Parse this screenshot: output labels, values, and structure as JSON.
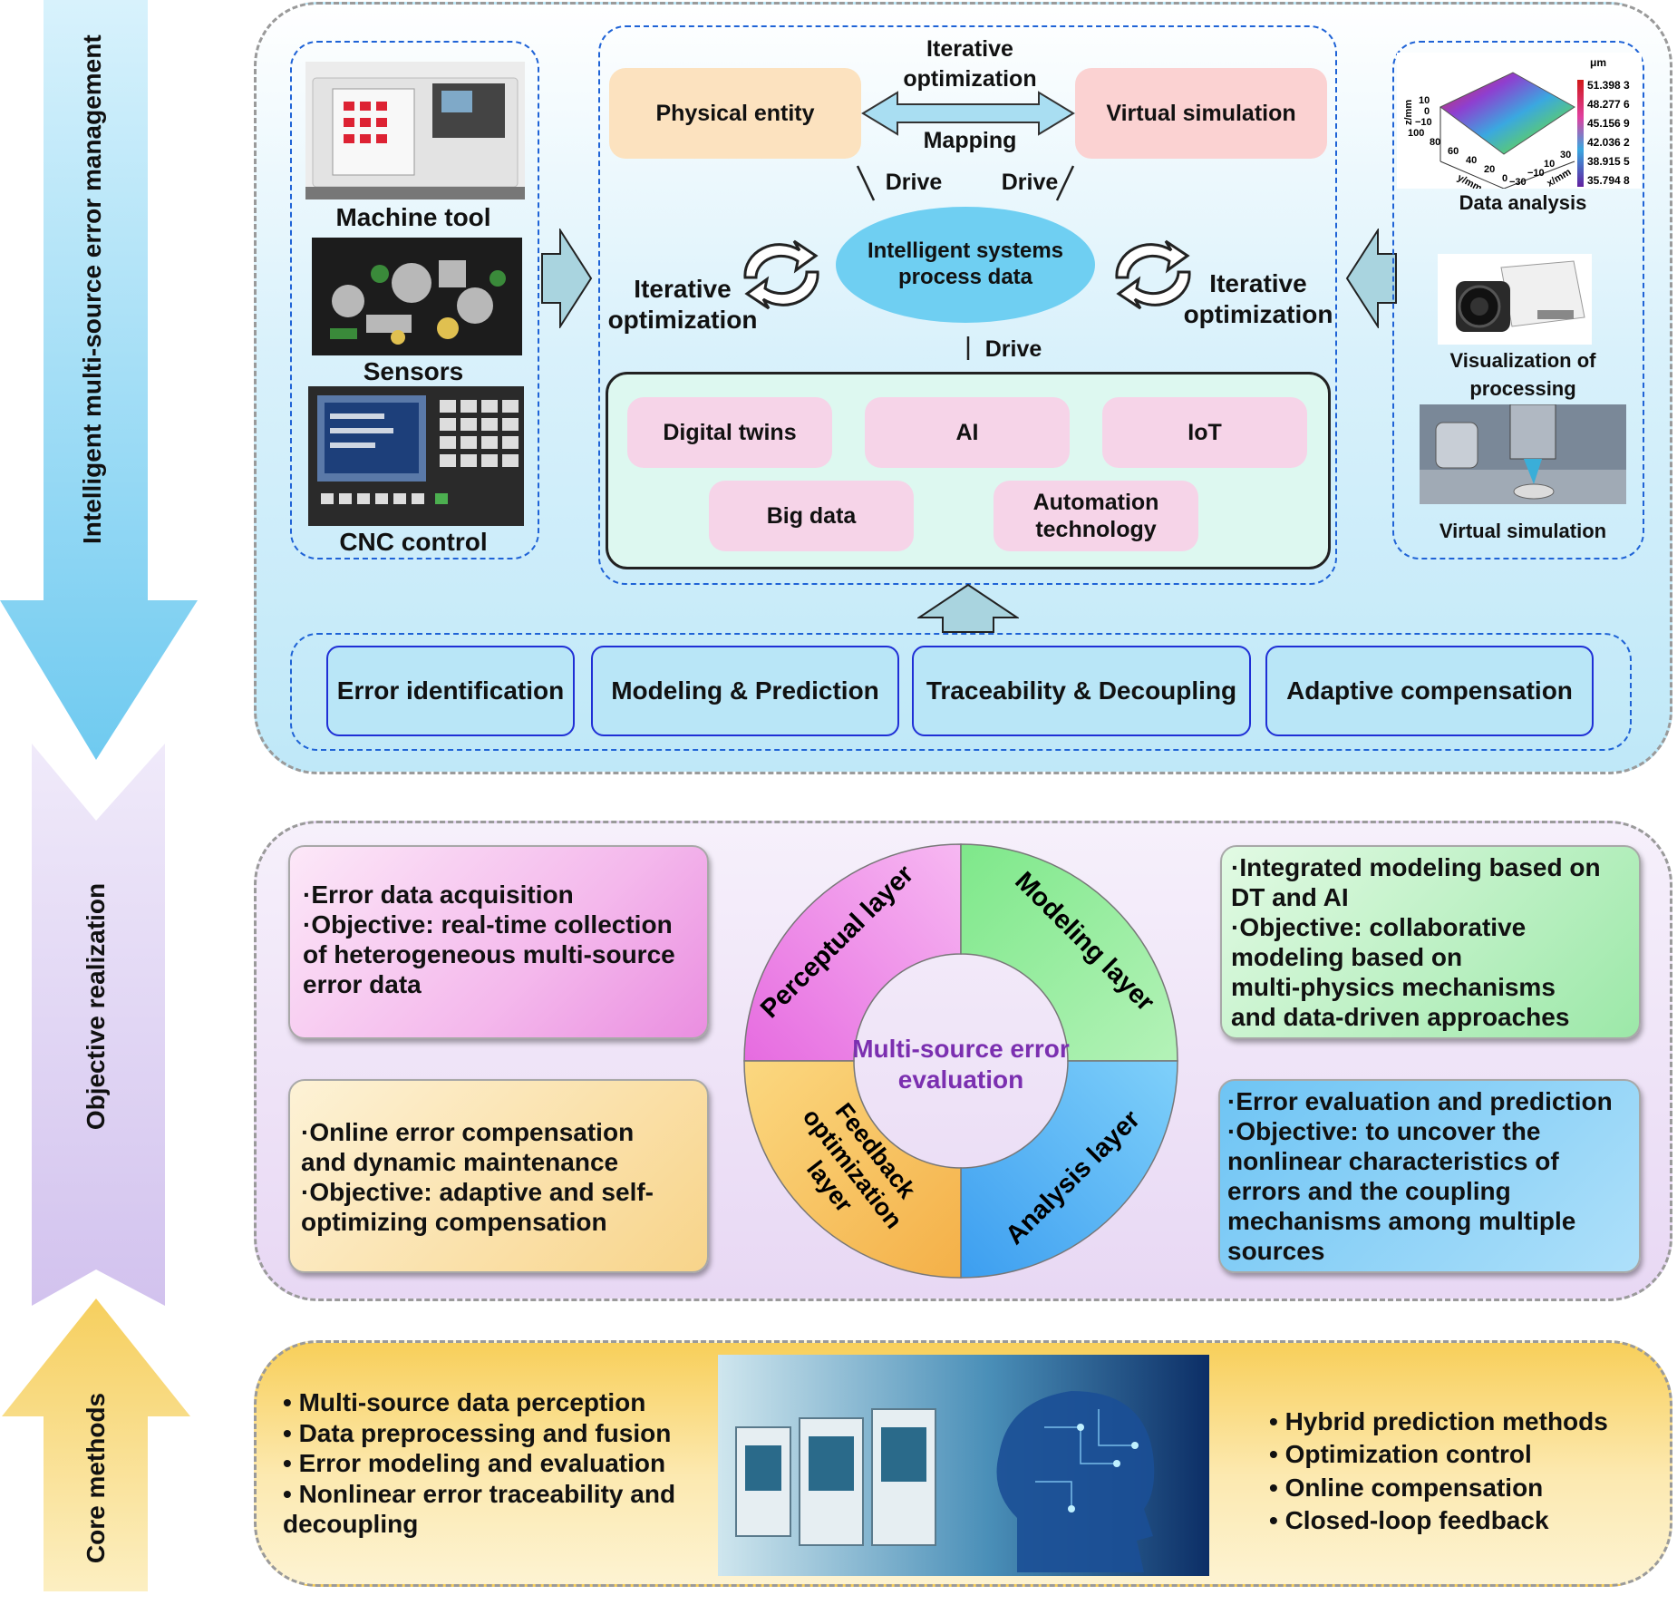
{
  "side_arrows": {
    "top": "Intelligent multi-source error management",
    "middle": "Objective realization",
    "bottom": "Core methods"
  },
  "top_panel": {
    "left_column": {
      "items": [
        "Machine tool",
        "Sensors",
        "CNC control"
      ]
    },
    "center": {
      "physical_entity": "Physical entity",
      "virtual_simulation": "Virtual simulation",
      "iterative_optimization_top": "Iterative optimization",
      "mapping": "Mapping",
      "drive_left": "Drive",
      "drive_right": "Drive",
      "drive_bottom": "Drive",
      "core_ellipse": "Intelligent systems process data",
      "iter_left": "Iterative optimization",
      "iter_right": "Iterative optimization",
      "technologies": [
        "Digital twins",
        "AI",
        "IoT",
        "Big data",
        "Automation technology"
      ]
    },
    "right_column": {
      "plot": {
        "unit": "μm",
        "colorbar_ticks": [
          "51.398 3",
          "48.277 6",
          "45.156 9",
          "42.036 2",
          "38.915 5",
          "35.794 8"
        ],
        "z_axis_label": "z/mm",
        "z_ticks": [
          "10",
          "0",
          "−10"
        ],
        "y_axis_label": "y/mm",
        "y_ticks": [
          "100",
          "80",
          "60",
          "40",
          "20",
          "0"
        ],
        "x_axis_label": "x/mm",
        "x_ticks": [
          "−30",
          "−10",
          "10",
          "30"
        ]
      },
      "items": [
        "Data analysis",
        "Visualization of processing",
        "Virtual simulation"
      ]
    },
    "modules": [
      "Error identification",
      "Modeling & Prediction",
      "Traceability & Decoupling",
      "Adaptive compensation"
    ]
  },
  "middle_panel": {
    "center_label": "Multi-source error evaluation",
    "ring_segments": {
      "perceptual": "Perceptual layer",
      "modeling": "Modeling layer",
      "analysis": "Analysis layer",
      "feedback_line1": "Feedback",
      "feedback_line2": "optimization",
      "feedback_line3": "layer"
    },
    "card_perceptual": [
      "·Error data acquisition",
      "·Objective: real-time collection",
      "of heterogeneous multi-source",
      "error data"
    ],
    "card_modeling": [
      "·Integrated modeling based on",
      "DT and AI",
      "·Objective: collaborative",
      "modeling based on",
      "multi-physics mechanisms",
      "and data-driven approaches"
    ],
    "card_feedback": [
      "·Online error compensation",
      "and dynamic maintenance",
      "·Objective: adaptive and self-",
      "optimizing compensation"
    ],
    "card_analysis": [
      "·Error evaluation and prediction",
      "·Objective: to uncover the",
      "nonlinear characteristics of",
      "errors and the coupling",
      "mechanisms among multiple",
      "sources"
    ]
  },
  "bottom_panel": {
    "left_list": [
      "• Multi-source data perception",
      "• Data preprocessing and fusion",
      "• Error modeling and evaluation",
      "• Nonlinear error traceability and",
      "decoupling"
    ],
    "right_list": [
      "• Hybrid prediction methods",
      "• Optimization control",
      "• Online compensation",
      "• Closed-loop feedback"
    ]
  },
  "colors": {
    "top_bg": "#d4effb",
    "mid_bg": "#ece1f5",
    "bottom_bg": "#fbe6a4",
    "arrow_blue": "#7fd0f0",
    "arrow_purple": "#ddd0f0",
    "arrow_yellow": "#f8dd8a",
    "perceptual": "#f08ce8",
    "modeling": "#8fe89a",
    "analysis": "#58b4f2",
    "feedback": "#f7c46a",
    "center_text": "#7b2fb0"
  }
}
